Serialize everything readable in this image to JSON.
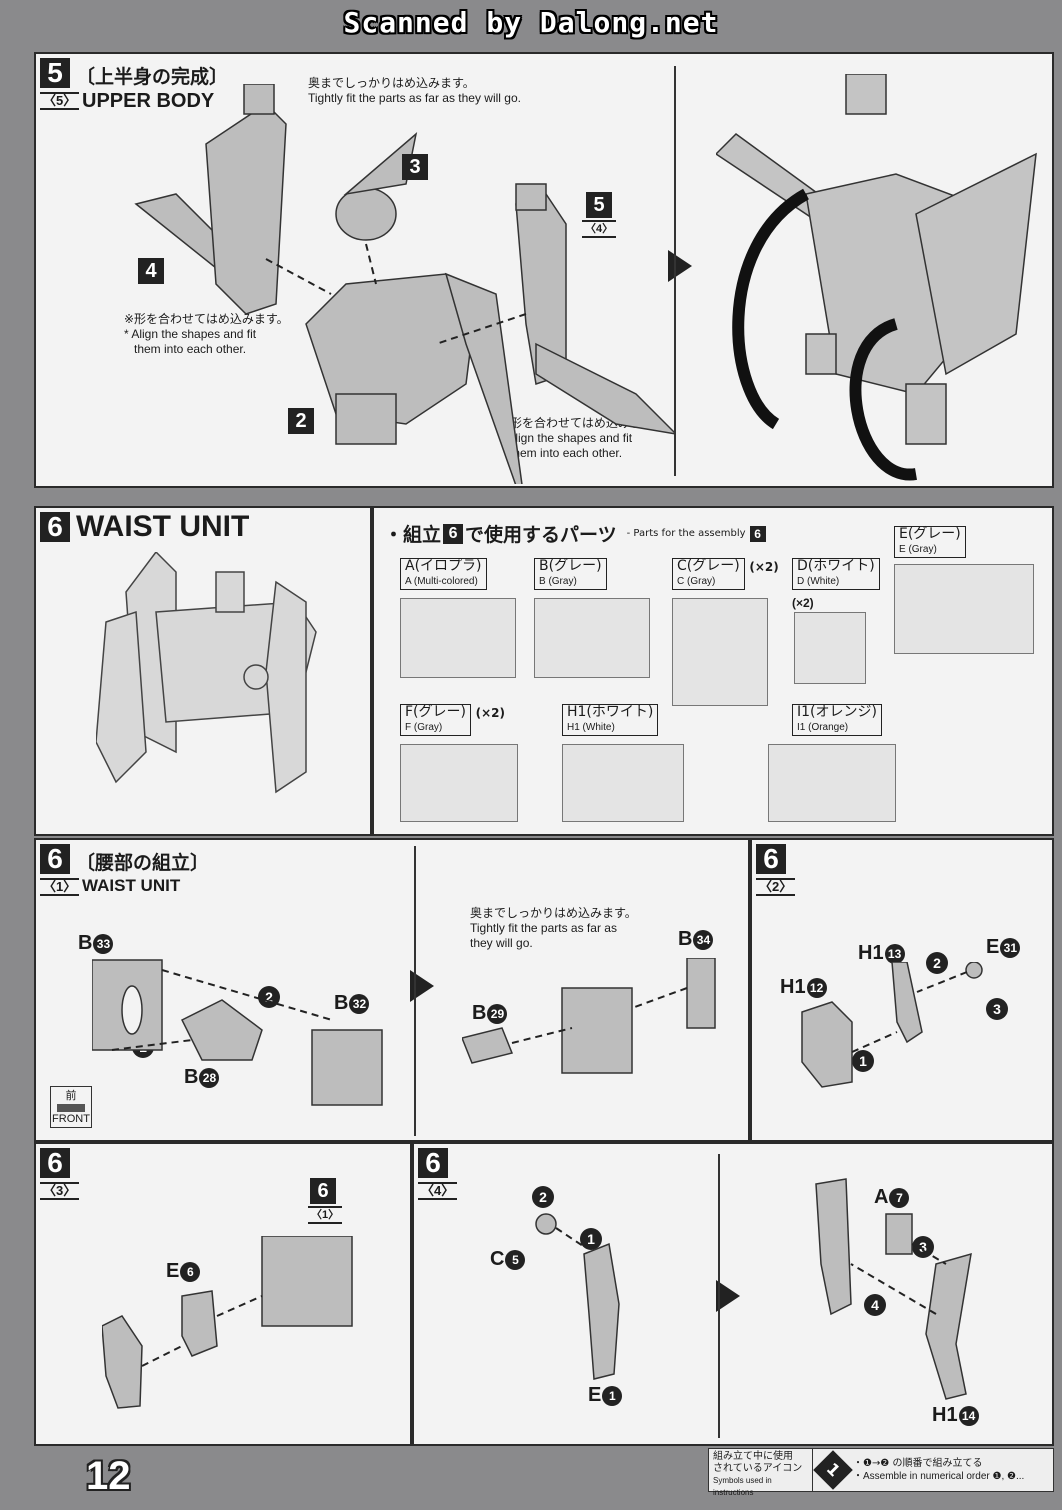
{
  "watermark": "Scanned by Dalong.net",
  "page_number": "12",
  "step5": {
    "number": "5",
    "sub": "〈5〉",
    "jp_title": "〔上半身の完成〕",
    "en_title": "UPPER BODY",
    "note_top_jp": "奥までしっかりはめ込みます。",
    "note_top_en": "Tightly fit the parts as far as they will go.",
    "note_left_jp": "※形を合わせてはめ込みます。",
    "note_left_en1": "* Align the shapes and fit",
    "note_left_en2": "them into each other.",
    "note_right_jp": "※形を合わせてはめ込みます。",
    "note_right_en1": "* Align the shapes and fit",
    "note_right_en2": "them into each other.",
    "callout_2": "2",
    "callout_3": "3",
    "callout_4": "4",
    "callout_5": "5",
    "callout_5_sub": "〈4〉"
  },
  "step6_header": {
    "number": "6",
    "title": "WAIST UNIT",
    "parts_title_pre": "・組立",
    "parts_title_num": "6",
    "parts_title_post": "で使用するパーツ",
    "parts_title_en": "- Parts for the assembly",
    "runners": [
      {
        "jp": "A(イロプラ)",
        "en": "A (Multi-colored)",
        "mult": ""
      },
      {
        "jp": "B(グレー)",
        "en": "B (Gray)",
        "mult": ""
      },
      {
        "jp": "C(グレー)",
        "en": "C (Gray)",
        "mult": "(×2)"
      },
      {
        "jp": "D(ホワイト)",
        "en": "D (White)",
        "mult": "(×2)"
      },
      {
        "jp": "E(グレー)",
        "en": "E (Gray)",
        "mult": ""
      },
      {
        "jp": "F(グレー)",
        "en": "F (Gray)",
        "mult": "(×2)"
      },
      {
        "jp": "H1(ホワイト)",
        "en": "H1 (White)",
        "mult": ""
      },
      {
        "jp": "I1(オレンジ)",
        "en": "I1 (Orange)",
        "mult": ""
      }
    ]
  },
  "step6_1": {
    "number": "6",
    "sub": "〈1〉",
    "jp_title": "〔腰部の組立〕",
    "en_title": "WAIST UNIT",
    "parts": [
      {
        "letter": "B",
        "num": "33"
      },
      {
        "letter": "B",
        "num": "32"
      },
      {
        "letter": "B",
        "num": "28"
      },
      {
        "letter": "B",
        "num": "34"
      },
      {
        "letter": "B",
        "num": "29"
      }
    ],
    "front_jp": "前",
    "front_en": "FRONT",
    "note_jp": "奥までしっかりはめ込みます。",
    "note_en1": "Tightly fit the parts as far as",
    "note_en2": "they will go.",
    "order_1": "1",
    "order_2": "2"
  },
  "step6_2": {
    "number": "6",
    "sub": "〈2〉",
    "parts": [
      {
        "letter": "H1",
        "num": "13"
      },
      {
        "letter": "E",
        "num": "31"
      },
      {
        "letter": "H1",
        "num": "12"
      }
    ],
    "order_1": "1",
    "order_2": "2",
    "order_3": "3"
  },
  "step6_3": {
    "number": "6",
    "sub": "〈3〉",
    "callout": "6",
    "callout_sub": "〈1〉",
    "parts": [
      {
        "letter": "E",
        "num": "6"
      }
    ]
  },
  "step6_4": {
    "number": "6",
    "sub": "〈4〉",
    "parts": [
      {
        "letter": "C",
        "num": "5"
      },
      {
        "letter": "E",
        "num": "1"
      },
      {
        "letter": "A",
        "num": "7"
      },
      {
        "letter": "H1",
        "num": "14"
      }
    ],
    "order_1": "1",
    "order_2": "2",
    "order_3": "3",
    "order_4": "4"
  },
  "legend": {
    "title_jp1": "組み立て中に使用",
    "title_jp2": "されているアイコン",
    "title_en": "Symbols used in instructions",
    "icon": "1",
    "desc_jp": "・❶→❷ の順番で組み立てる",
    "desc_en": "・Assemble in numerical order ❶, ❷..."
  }
}
